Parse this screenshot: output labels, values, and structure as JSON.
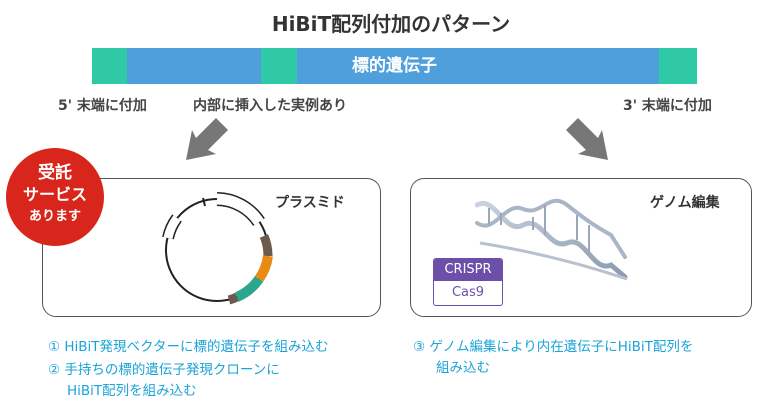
{
  "title": "HiBiT配列付加のパターン",
  "gene_bar": {
    "label": "標的遺伝子",
    "insert_color": "#2fc9a5",
    "gene_color": "#4f9fdc"
  },
  "labels": {
    "five_prime": "5' 末端に付加",
    "internal": "内部に挿入した実例あり",
    "three_prime": "3' 末端に付加"
  },
  "badge": {
    "line1": "受託",
    "line2": "サービス",
    "line3": "あります",
    "color": "#d9261c"
  },
  "plasmid_panel": {
    "title": "プラスミド"
  },
  "genome_panel": {
    "title": "ゲノム編集",
    "crispr_top": "CRISPR",
    "crispr_bottom": "Cas9"
  },
  "notes": {
    "item1": "① HiBiT発現ベクターに標的遺伝子を組み込む",
    "item2_line1": "② 手持ちの標的遺伝子発現クローンに",
    "item2_line2": "HiBiT配列を組み込む",
    "item3_line1": "③ ゲノム編集により内在遺伝子にHiBiT配列を",
    "item3_line2": "組み込む"
  },
  "icons": [
    "arrow-down-left-icon",
    "arrow-down-right-icon",
    "plasmid-icon",
    "dna-helix-icon",
    "crispr-cas9-badge"
  ]
}
